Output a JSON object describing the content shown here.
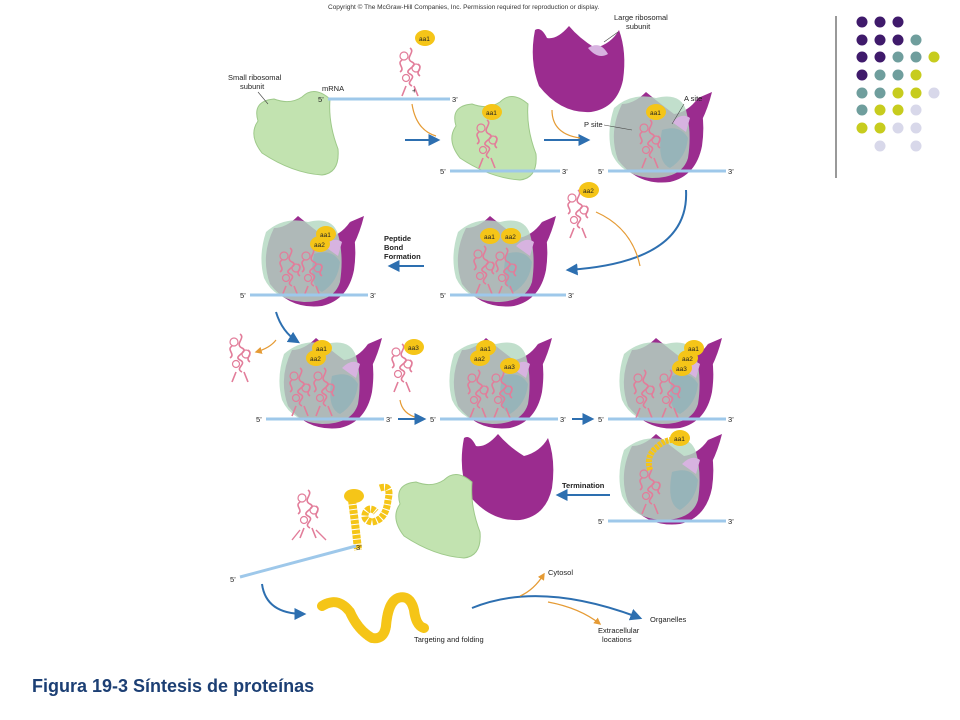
{
  "copyright": "Copyright © The McGraw-Hill Companies, Inc. Permission required for reproduction or display.",
  "caption": "Figura 19-3 Síntesis de proteínas",
  "labels": {
    "small_subunit_1": "Small ribosomal",
    "small_subunit_2": "subunit",
    "large_subunit_1": "Large ribosomal",
    "large_subunit_2": "subunit",
    "mrna": "mRNA",
    "plus": "+",
    "a_site": "A site",
    "p_site": "P site",
    "peptide_1": "Peptide",
    "peptide_2": "Bond",
    "peptide_3": "Formation",
    "termination": "Termination",
    "cytosol": "Cytosol",
    "organelles": "Organelles",
    "extracellular_1": "Extracellular",
    "extracellular_2": "locations",
    "targeting": "Targeting and folding",
    "five_prime": "5’",
    "three_prime": "3’",
    "aa1": "aa1",
    "aa2": "aa2",
    "aa3": "aa3"
  },
  "palette_colors": {
    "purple": "#3f1a6b",
    "teal": "#6f9e9d",
    "lime": "#c7cc1e",
    "lavender": "#d8d8ea"
  },
  "diagram_colors": {
    "small_subunit": "#c2e3b0",
    "large_subunit": "#9b2c8f",
    "mrna": "#9ec8ea",
    "amino_acid": "#f5c518",
    "trna": "#e27d9a",
    "arrow_blue": "#2d6fb0",
    "arrow_orange": "#e59b35"
  }
}
